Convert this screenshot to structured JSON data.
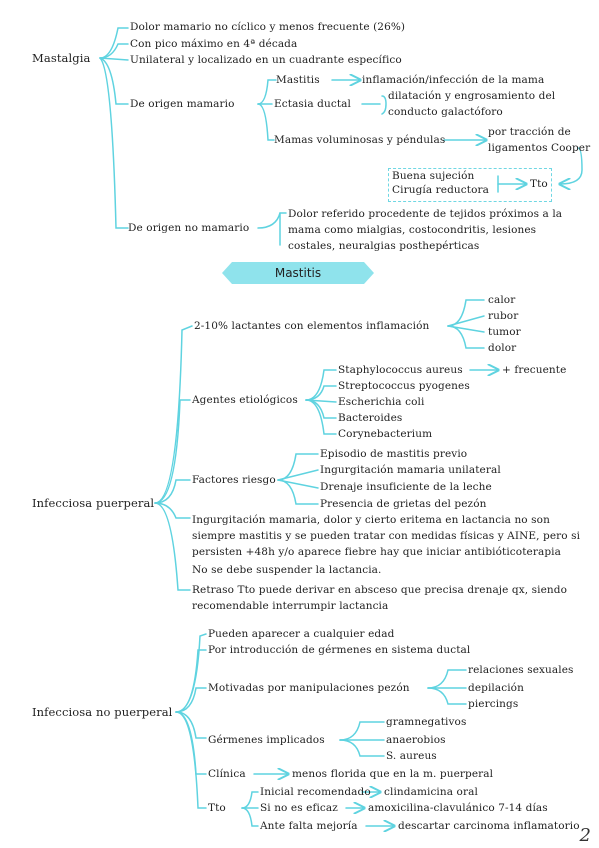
{
  "accent_color": "#5fd3e0",
  "mastalgia": {
    "title": "Mastalgia",
    "items": [
      "Dolor mamario no cíclico y menos frecuente (26%)",
      "Con pico máximo en 4ª década",
      "Unilateral y localizado en un cuadrante específico"
    ],
    "origen_mamario": {
      "label": "De origen mamario",
      "mastitis": "Mastitis",
      "mastitis_desc": "inflamación/infección de la mama",
      "ectasia": "Ectasia ductal",
      "ectasia_desc_1": "dilatación y engrosamiento del",
      "ectasia_desc_2": "conducto galactóforo",
      "mamas": "Mamas voluminosas y péndulas",
      "mamas_desc_1": "por tracción de",
      "mamas_desc_2": "ligamentos Cooper",
      "tto_label": "Tto",
      "tto_1": "Buena sujeción",
      "tto_2": "Cirugía reductora"
    },
    "origen_no_mamario": {
      "label": "De origen no mamario",
      "desc": "Dolor referido procedente de tejidos próximos a la mama como mialgias, costocondritis, lesiones costales, neuralgias posthepérticas"
    }
  },
  "banner": "Mastitis",
  "puerperal": {
    "title": "Infecciosa puerperal",
    "lactantes": "2-10% lactantes con elementos inflamación",
    "inflamacion": [
      "calor",
      "rubor",
      "tumor",
      "dolor"
    ],
    "agentes_label": "Agentes etiológicos",
    "agentes": [
      "Staphylococcus aureus",
      "Streptococcus pyogenes",
      "Escherichia coli",
      "Bacteroides",
      "Corynebacterium"
    ],
    "staph_note": "+ frecuente",
    "factores_label": "Factores riesgo",
    "factores": [
      "Episodio de mastitis previo",
      "Ingurgitación mamaria unilateral",
      "Drenaje insuficiente de la leche",
      "Presencia de grietas del pezón"
    ],
    "nota_1": "Ingurgitación mamaria, dolor y cierto eritema en lactancia no son siempre mastitis y se pueden tratar con medidas físicas y AINE, pero si persisten +48h y/o aparece fiebre hay que iniciar antibióticoterapia",
    "nota_2": "No se debe suspender la lactancia.",
    "nota_3": "Retraso Tto puede derivar en absceso que precisa drenaje qx, siendo recomendable interrumpir lactancia"
  },
  "no_puerperal": {
    "title": "Infecciosa no puerperal",
    "edad": "Pueden aparecer a cualquier edad",
    "introduccion": "Por introducción de gérmenes en sistema ductal",
    "motivadas": "Motivadas por manipulaciones pezón",
    "manipulaciones": [
      "relaciones sexuales",
      "depilación",
      "piercings"
    ],
    "germenes_label": "Gérmenes implicados",
    "germenes": [
      "gramnegativos",
      "anaerobios",
      "S. aureus"
    ],
    "clinica": "Clínica",
    "clinica_desc": "menos florida que en la m. puerperal",
    "tto": "Tto",
    "tto_items": [
      {
        "label": "Inicial recomendado",
        "value": "clindamicina oral"
      },
      {
        "label": "Si no es eficaz",
        "value": "amoxicilina-clavulánico 7-14 días"
      },
      {
        "label": "Ante falta mejoría",
        "value": "descartar carcinoma inflamatorio"
      }
    ]
  },
  "page_number": "2"
}
